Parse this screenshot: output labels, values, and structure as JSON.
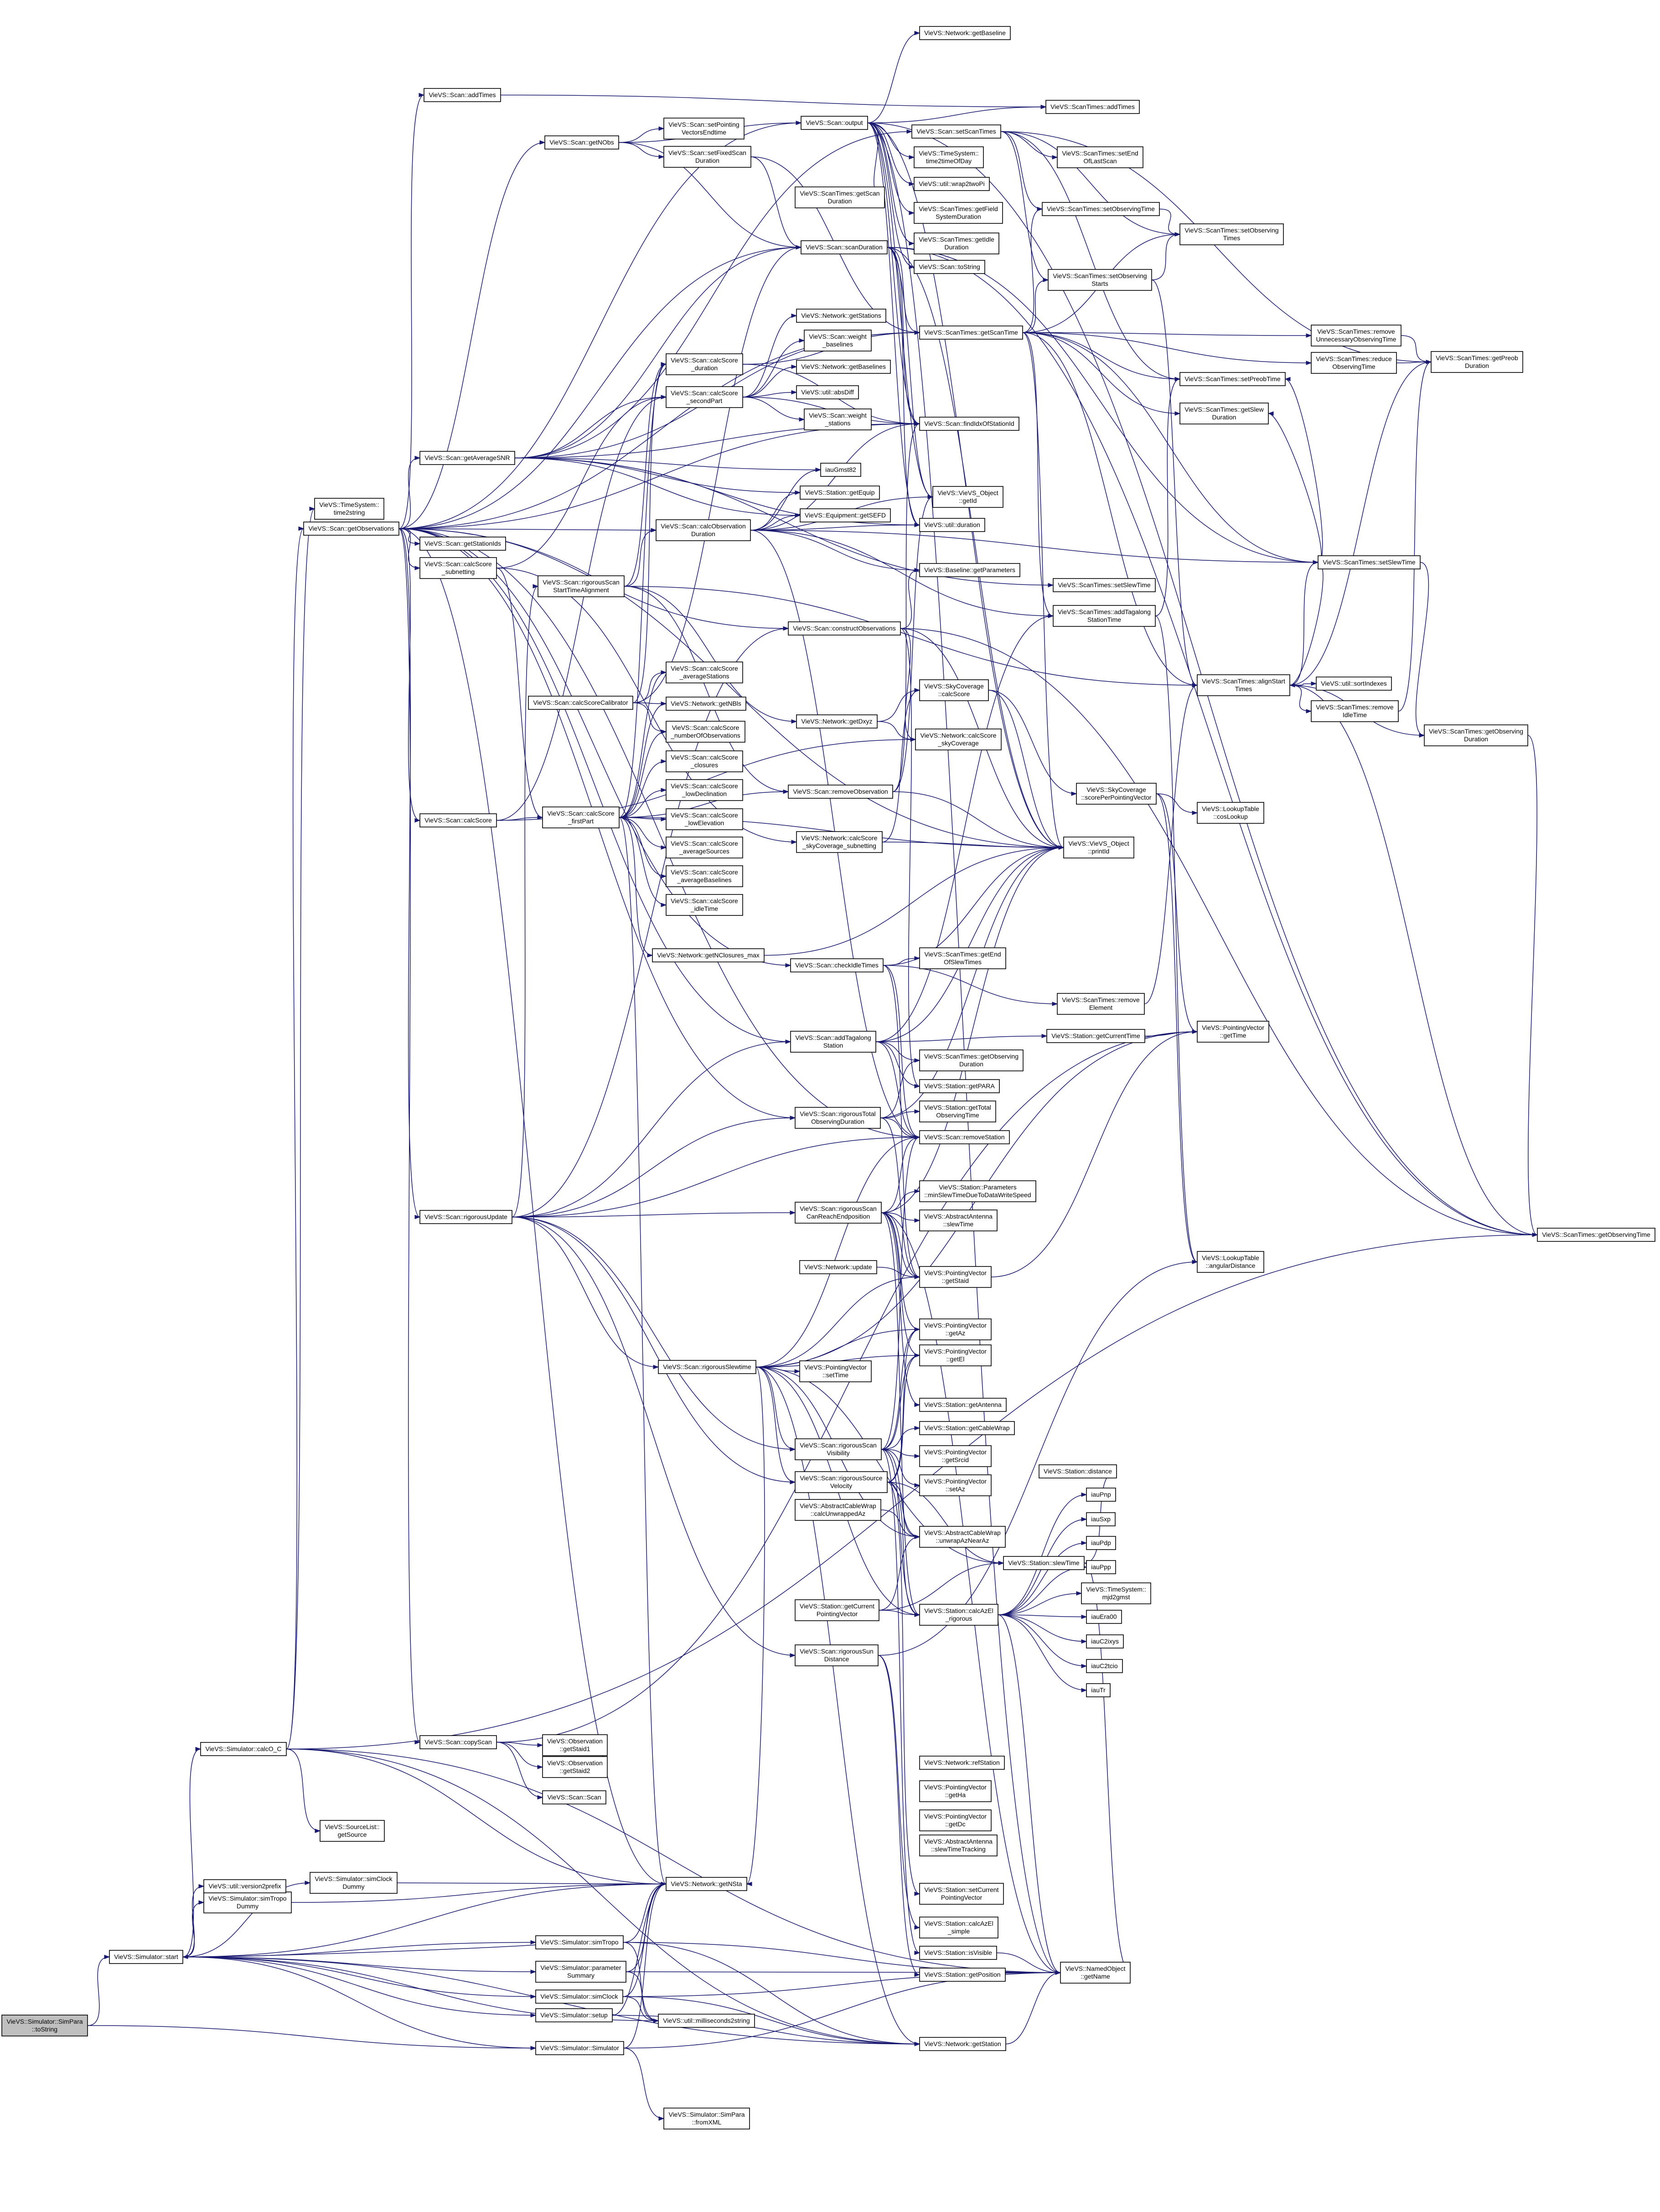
{
  "diagram": {
    "nodes": [
      {
        "id": "root",
        "lines": [
          "VieVS::Simulator::SimPara",
          "::toString"
        ],
        "root": true
      },
      {
        "id": "start",
        "lines": [
          "VieVS::Simulator::start"
        ]
      },
      {
        "id": "simulator",
        "lines": [
          "VieVS::Simulator::Simulator"
        ]
      },
      {
        "id": "setup",
        "lines": [
          "VieVS::Simulator::setup"
        ]
      },
      {
        "id": "simclock",
        "lines": [
          "VieVS::Simulator::simClock"
        ]
      },
      {
        "id": "paramsummary",
        "lines": [
          "VieVS::Simulator::parameter",
          "Summary"
        ]
      },
      {
        "id": "simtropo",
        "lines": [
          "VieVS::Simulator::simTropo"
        ]
      },
      {
        "id": "simtropodummy",
        "lines": [
          "VieVS::Simulator::simTropo",
          "Dummy"
        ]
      },
      {
        "id": "versionprefix",
        "lines": [
          "VieVS::util::version2prefix"
        ]
      },
      {
        "id": "simclockdummy",
        "lines": [
          "VieVS::Simulator::simClock",
          "Dummy"
        ]
      },
      {
        "id": "calcoc",
        "lines": [
          "VieVS::Simulator::calcO_C"
        ]
      },
      {
        "id": "sourcelist",
        "lines": [
          "VieVS::SourceList::",
          "getSource"
        ]
      },
      {
        "id": "timesystem_tostring",
        "lines": [
          "VieVS::TimeSystem::",
          "time2string"
        ]
      },
      {
        "id": "getobservations",
        "lines": [
          "VieVS::Scan::getObservations"
        ]
      },
      {
        "id": "rigorousupdate",
        "lines": [
          "VieVS::Scan::rigorousUpdate"
        ]
      },
      {
        "id": "copyscan",
        "lines": [
          "VieVS::Scan::copyScan"
        ]
      },
      {
        "id": "getstationids",
        "lines": [
          "VieVS::Scan::getStationIds"
        ]
      },
      {
        "id": "calcscoresub",
        "lines": [
          "VieVS::Scan::calcScore",
          "_subnetting"
        ]
      },
      {
        "id": "calcscore",
        "lines": [
          "VieVS::Scan::calcScore"
        ]
      },
      {
        "id": "calcscorecal",
        "lines": [
          "VieVS::Scan::calcScoreCalibrator"
        ]
      },
      {
        "id": "getnobs",
        "lines": [
          "VieVS::Scan::getNObs"
        ]
      },
      {
        "id": "getavgsnr",
        "lines": [
          "VieVS::Scan::getAverageSNR"
        ]
      },
      {
        "id": "addtimes",
        "lines": [
          "VieVS::Scan::addTimes"
        ]
      },
      {
        "id": "rigstartalign",
        "lines": [
          "VieVS::Scan::rigorousScan",
          "StartTimeAlignment"
        ]
      },
      {
        "id": "calcscorefirst",
        "lines": [
          "VieVS::Scan::calcScore",
          "_firstPart"
        ]
      },
      {
        "id": "obs_getstat1",
        "lines": [
          "VieVS::Observation",
          "::getStaid1"
        ]
      },
      {
        "id": "obs_getstat2",
        "lines": [
          "VieVS::Observation",
          "::getStaid2"
        ]
      },
      {
        "id": "scan_scan",
        "lines": [
          "VieVS::Scan::Scan"
        ]
      },
      {
        "id": "setpointing",
        "lines": [
          "VieVS::Scan::setPointing",
          "VectorsEndtime"
        ]
      },
      {
        "id": "setfixedscan",
        "lines": [
          "VieVS::Scan::setFixedScan",
          "Duration"
        ]
      },
      {
        "id": "scan_output",
        "lines": [
          "VieVS::Scan::output"
        ]
      },
      {
        "id": "st_getscandur",
        "lines": [
          "VieVS::ScanTimes::getScan",
          "Duration"
        ]
      },
      {
        "id": "scandur",
        "lines": [
          "VieVS::Scan::scanDuration"
        ]
      },
      {
        "id": "calcscoredur",
        "lines": [
          "VieVS::Scan::calcScore",
          "_duration"
        ]
      },
      {
        "id": "calcscoresecond",
        "lines": [
          "VieVS::Scan::calcScore",
          "_secondPart"
        ]
      },
      {
        "id": "calcobsdur",
        "lines": [
          "VieVS::Scan::calcObservation",
          "Duration"
        ]
      },
      {
        "id": "constructobs",
        "lines": [
          "VieVS::Scan::constructObservations"
        ]
      },
      {
        "id": "removeobs",
        "lines": [
          "VieVS::Scan::removeObservation"
        ]
      },
      {
        "id": "net_getcoyz",
        "lines": [
          "VieVS::Network::getDxyz"
        ]
      },
      {
        "id": "cs_avgst",
        "lines": [
          "VieVS::Scan::calcScore",
          "_averageStations"
        ]
      },
      {
        "id": "net_getnbls",
        "lines": [
          "VieVS::Network::getNBls"
        ]
      },
      {
        "id": "cs_numobs",
        "lines": [
          "VieVS::Scan::calcScore",
          "_numberOfObservations"
        ]
      },
      {
        "id": "cs_closures",
        "lines": [
          "VieVS::Scan::calcScore",
          "_closures"
        ]
      },
      {
        "id": "cs_lowdecl",
        "lines": [
          "VieVS::Scan::calcScore",
          "_lowDeclination"
        ]
      },
      {
        "id": "cs_lowelev",
        "lines": [
          "VieVS::Scan::calcScore",
          "_lowElevation"
        ]
      },
      {
        "id": "cs_avgsrc",
        "lines": [
          "VieVS::Scan::calcScore",
          "_averageSources"
        ]
      },
      {
        "id": "cs_avgbl",
        "lines": [
          "VieVS::Scan::calcScore",
          "_averageBaselines"
        ]
      },
      {
        "id": "cs_idle",
        "lines": [
          "VieVS::Scan::calcScore",
          "_idleTime"
        ]
      },
      {
        "id": "net_calcscoresky",
        "lines": [
          "VieVS::Network::calcScore",
          "_skyCoverage"
        ]
      },
      {
        "id": "net_calcscoreskysub",
        "lines": [
          "VieVS::Network::calcScore",
          "_skyCoverage_subnetting"
        ]
      },
      {
        "id": "net_getnclosures",
        "lines": [
          "VieVS::Network::getNClosures_max"
        ]
      },
      {
        "id": "checkidle",
        "lines": [
          "VieVS::Scan::checkIdleTimes"
        ]
      },
      {
        "id": "addtagalong",
        "lines": [
          "VieVS::Scan::addTagalong",
          "Station"
        ]
      },
      {
        "id": "rigtotalobs",
        "lines": [
          "VieVS::Scan::rigorousTotal",
          "ObservingDuration"
        ]
      },
      {
        "id": "rigcanreach",
        "lines": [
          "VieVS::Scan::rigorousScan",
          "CanReachEndposition"
        ]
      },
      {
        "id": "net_update",
        "lines": [
          "VieVS::Network::update"
        ]
      },
      {
        "id": "rigslewtime",
        "lines": [
          "VieVS::Scan::rigorousSlewtime"
        ]
      },
      {
        "id": "pv_settime",
        "lines": [
          "VieVS::PointingVector",
          "::setTime"
        ]
      },
      {
        "id": "rigscanvis",
        "lines": [
          "VieVS::Scan::rigorousScan",
          "Visibility"
        ]
      },
      {
        "id": "rigsrcvel",
        "lines": [
          "VieVS::Scan::rigorousSource",
          "Velocity"
        ]
      },
      {
        "id": "acw_calcunwrapped",
        "lines": [
          "VieVS::AbstractCableWrap",
          "::calcUnwrappedAz"
        ]
      },
      {
        "id": "getcurpv",
        "lines": [
          "VieVS::Station::getCurrent",
          "PointingVector"
        ]
      },
      {
        "id": "rigsundist",
        "lines": [
          "VieVS::Scan::rigorousSun",
          "Distance"
        ]
      },
      {
        "id": "net_getbaseline",
        "lines": [
          "VieVS::Network::getBaseline"
        ]
      },
      {
        "id": "st_addtimes",
        "lines": [
          "VieVS::ScanTimes::addTimes"
        ]
      },
      {
        "id": "setscantimes",
        "lines": [
          "VieVS::Scan::setScanTimes"
        ]
      },
      {
        "id": "ts_time2sod",
        "lines": [
          "VieVS::TimeSystem::",
          "time2timeOfDay"
        ]
      },
      {
        "id": "wrap2pi",
        "lines": [
          "VieVS::util::wrap2twoPi"
        ]
      },
      {
        "id": "st_getfieldsys",
        "lines": [
          "VieVS::ScanTimes::getField",
          "SystemDuration"
        ]
      },
      {
        "id": "st_getidle",
        "lines": [
          "VieVS::ScanTimes::getIdle",
          "Duration"
        ]
      },
      {
        "id": "scan_tostring",
        "lines": [
          "VieVS::Scan::toString"
        ]
      },
      {
        "id": "st_setendlast",
        "lines": [
          "VieVS::ScanTimes::setEnd",
          "OfLastScan"
        ]
      },
      {
        "id": "st_setobsstarts",
        "lines": [
          "VieVS::ScanTimes::setObserving",
          "Starts"
        ]
      },
      {
        "id": "st_setobstime",
        "lines": [
          "VieVS::ScanTimes::setObservingTime"
        ]
      },
      {
        "id": "st_setobstimes",
        "lines": [
          "VieVS::ScanTimes::setObserving",
          "Times"
        ]
      },
      {
        "id": "net_getstations",
        "lines": [
          "VieVS::Network::getStations"
        ]
      },
      {
        "id": "weightbl",
        "lines": [
          "VieVS::Scan::weight",
          "_baselines"
        ]
      },
      {
        "id": "net_getbaselines",
        "lines": [
          "VieVS::Network::getBaselines"
        ]
      },
      {
        "id": "absdiff",
        "lines": [
          "VieVS::util::absDiff"
        ]
      },
      {
        "id": "weightst",
        "lines": [
          "VieVS::Scan::weight",
          "_stations"
        ]
      },
      {
        "id": "getscantime",
        "lines": [
          "VieVS::ScanTimes::getScanTime"
        ]
      },
      {
        "id": "st_removeunnec",
        "lines": [
          "VieVS::ScanTimes::remove",
          "UnnecessaryObservingTime"
        ]
      },
      {
        "id": "st_reduceobs",
        "lines": [
          "VieVS::ScanTimes::reduce",
          "ObservingTime"
        ]
      },
      {
        "id": "st_setpreob",
        "lines": [
          "VieVS::ScanTimes::setPreobTime"
        ]
      },
      {
        "id": "st_getpreob",
        "lines": [
          "VieVS::ScanTimes::getPreob",
          "Duration"
        ]
      },
      {
        "id": "st_getslewdur",
        "lines": [
          "VieVS::ScanTimes::getSlew",
          "Duration"
        ]
      },
      {
        "id": "findidx",
        "lines": [
          "VieVS::Scan::findIdxOfStationId"
        ]
      },
      {
        "id": "isomitid",
        "lines": [
          "iauGmst82"
        ]
      },
      {
        "id": "station_getequip",
        "lines": [
          "VieVS::Station::getEquip"
        ]
      },
      {
        "id": "equip_getsefd",
        "lines": [
          "VieVS::Equipment::getSEFD"
        ]
      },
      {
        "id": "obj_getid",
        "lines": [
          "VieVS::VieVS_Object",
          "::getId"
        ]
      },
      {
        "id": "util_duration",
        "lines": [
          "VieVS::util::duration"
        ]
      },
      {
        "id": "baseline_getparams",
        "lines": [
          "VieVS::Baseline::getParameters"
        ]
      },
      {
        "id": "st_setslewtime",
        "lines": [
          "VieVS::ScanTimes::setSlewTime"
        ]
      },
      {
        "id": "st_addtagalong",
        "lines": [
          "VieVS::ScanTimes::addTagalong",
          "StationTime"
        ]
      },
      {
        "id": "st_setslew",
        "lines": [
          "VieVS::ScanTimes::setSlewTime"
        ]
      },
      {
        "id": "st_alignstart",
        "lines": [
          "VieVS::ScanTimes::alignStart",
          "Times"
        ]
      },
      {
        "id": "sortindexes",
        "lines": [
          "VieVS::util::sortIndexes"
        ]
      },
      {
        "id": "st_removeidle",
        "lines": [
          "VieVS::ScanTimes::remove",
          "IdleTime"
        ]
      },
      {
        "id": "st_getobsdur",
        "lines": [
          "VieVS::ScanTimes::getObserving",
          "Duration"
        ]
      },
      {
        "id": "sky_calcscore",
        "lines": [
          "VieVS::SkyCoverage",
          "::calcScore"
        ]
      },
      {
        "id": "sky_scoreperpv",
        "lines": [
          "VieVS::SkyCoverage",
          "::scorePerPointingVector"
        ]
      },
      {
        "id": "lookup_cos",
        "lines": [
          "VieVS::LookupTable",
          "::cosLookup"
        ]
      },
      {
        "id": "obj_printid",
        "lines": [
          "VieVS::VieVS_Object",
          "::printId"
        ]
      },
      {
        "id": "st_getendofslew",
        "lines": [
          "VieVS::ScanTimes::getEnd",
          "OfSlewTimes"
        ]
      },
      {
        "id": "st_removeelem",
        "lines": [
          "VieVS::ScanTimes::remove",
          "Element"
        ]
      },
      {
        "id": "station_getcurtime",
        "lines": [
          "VieVS::Station::getCurrentTime"
        ]
      },
      {
        "id": "pv_gettime",
        "lines": [
          "VieVS::PointingVector",
          "::getTime"
        ]
      },
      {
        "id": "st_getobsdur2",
        "lines": [
          "VieVS::ScanTimes::getObserving",
          "Duration"
        ]
      },
      {
        "id": "station_getpara",
        "lines": [
          "VieVS::Station::getPARA"
        ]
      },
      {
        "id": "station_gettotalobs",
        "lines": [
          "VieVS::Station::getTotal",
          "ObservingTime"
        ]
      },
      {
        "id": "scan_removestation",
        "lines": [
          "VieVS::Scan::removeStation"
        ]
      },
      {
        "id": "station_params",
        "lines": [
          "VieVS::Station::Parameters",
          "::minSlewTimeDueToDataWriteSpeed"
        ]
      },
      {
        "id": "aa_slewtime",
        "lines": [
          "VieVS::AbstractAntenna",
          "::slewTime"
        ]
      },
      {
        "id": "lookup_angdist",
        "lines": [
          "VieVS::LookupTable",
          "::angularDistance"
        ]
      },
      {
        "id": "st_getobstime",
        "lines": [
          "VieVS::ScanTimes::getObservingTime"
        ]
      },
      {
        "id": "pv_getstaid",
        "lines": [
          "VieVS::PointingVector",
          "::getStaid"
        ]
      },
      {
        "id": "pv_getaz",
        "lines": [
          "VieVS::PointingVector",
          "::getAz"
        ]
      },
      {
        "id": "pv_getel",
        "lines": [
          "VieVS::PointingVector",
          "::getEl"
        ]
      },
      {
        "id": "station_getantenna",
        "lines": [
          "VieVS::Station::getAntenna"
        ]
      },
      {
        "id": "station_getcablewrap",
        "lines": [
          "VieVS::Station::getCableWrap"
        ]
      },
      {
        "id": "pv_getsrcid",
        "lines": [
          "VieVS::PointingVector",
          "::getSrcid"
        ]
      },
      {
        "id": "pv_setaz",
        "lines": [
          "VieVS::PointingVector",
          "::setAz"
        ]
      },
      {
        "id": "station_distance",
        "lines": [
          "VieVS::Station::distance"
        ]
      },
      {
        "id": "acw_unwrap",
        "lines": [
          "VieVS::AbstractCableWrap",
          "::unwrapAzNearAz"
        ]
      },
      {
        "id": "station_slewtime",
        "lines": [
          "VieVS::Station::slewTime"
        ]
      },
      {
        "id": "station_calcazel",
        "lines": [
          "VieVS::Station::calcAzEl",
          "_rigorous"
        ]
      },
      {
        "id": "iaupnp",
        "lines": [
          "iauPnp"
        ]
      },
      {
        "id": "iaupxp",
        "lines": [
          "iauSxp"
        ]
      },
      {
        "id": "iaupdp",
        "lines": [
          "iauPdp"
        ]
      },
      {
        "id": "iauppp",
        "lines": [
          "iauPpp"
        ]
      },
      {
        "id": "ts_mjd2gmst",
        "lines": [
          "VieVS::TimeSystem::",
          "mjd2gmst"
        ]
      },
      {
        "id": "iauera00",
        "lines": [
          "iauEra00"
        ]
      },
      {
        "id": "iauc2ixys",
        "lines": [
          "iauC2ixys"
        ]
      },
      {
        "id": "iauc2tcio",
        "lines": [
          "iauC2tcio"
        ]
      },
      {
        "id": "iautr",
        "lines": [
          "iauTr"
        ]
      },
      {
        "id": "net_getnsta",
        "lines": [
          "VieVS::Network::getNSta"
        ]
      },
      {
        "id": "util_ms2string",
        "lines": [
          "VieVS::util::milliseconds2string"
        ]
      },
      {
        "id": "net_getstation",
        "lines": [
          "VieVS::Network::getStation"
        ]
      },
      {
        "id": "simpara_fromxml",
        "lines": [
          "VieVS::Simulator::SimPara",
          "::fromXML"
        ]
      },
      {
        "id": "net_refstation",
        "lines": [
          "VieVS::Network::refStation"
        ]
      },
      {
        "id": "pv_getha",
        "lines": [
          "VieVS::PointingVector",
          "::getHa"
        ]
      },
      {
        "id": "pv_getdc",
        "lines": [
          "VieVS::PointingVector",
          "::getDc"
        ]
      },
      {
        "id": "aa_slewtimetracking",
        "lines": [
          "VieVS::AbstractAntenna",
          "::slewTimeTracking"
        ]
      },
      {
        "id": "station_setcurpv",
        "lines": [
          "VieVS::Station::setCurrent",
          "PointingVector"
        ]
      },
      {
        "id": "station_calcazelsimple",
        "lines": [
          "VieVS::Station::calcAzEl",
          "_simple"
        ]
      },
      {
        "id": "station_isvisible",
        "lines": [
          "VieVS::Station::isVisible"
        ]
      },
      {
        "id": "station_getposition",
        "lines": [
          "VieVS::Station::getPosition"
        ]
      },
      {
        "id": "namedobj_getname",
        "lines": [
          "VieVS::NamedObject",
          "::getName"
        ]
      }
    ]
  }
}
